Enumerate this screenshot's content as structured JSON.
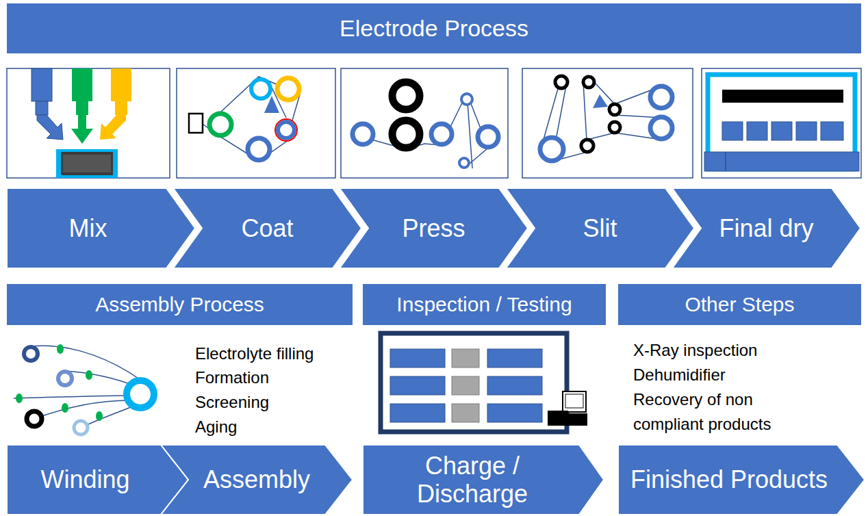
{
  "diagram": {
    "nodes": [
      {
        "text": [
          "Electrode Process"
        ]
      },
      {
        "text": [
          "Mix"
        ]
      },
      {
        "text": [
          "Coat"
        ]
      },
      {
        "text": [
          "Press"
        ]
      },
      {
        "text": [
          "Slit"
        ]
      },
      {
        "text": [
          "Final dry"
        ]
      },
      {
        "text": [
          "Assembly Process"
        ]
      },
      {
        "text": [
          "Inspection / Testing"
        ]
      },
      {
        "text": [
          "Other Steps"
        ]
      },
      {
        "text": [
          "Winding"
        ]
      },
      {
        "text": [
          "Assembly"
        ]
      },
      {
        "text": [
          "Charge / Discharge"
        ]
      },
      {
        "text": [
          "Finished Products"
        ]
      }
    ],
    "labels": [
      "Electrolyte filling",
      "Formation",
      "Screening",
      "Aging",
      "X-Ray inspection",
      "Dehumidifier",
      "Recovery of non compliant products"
    ]
  }
}
